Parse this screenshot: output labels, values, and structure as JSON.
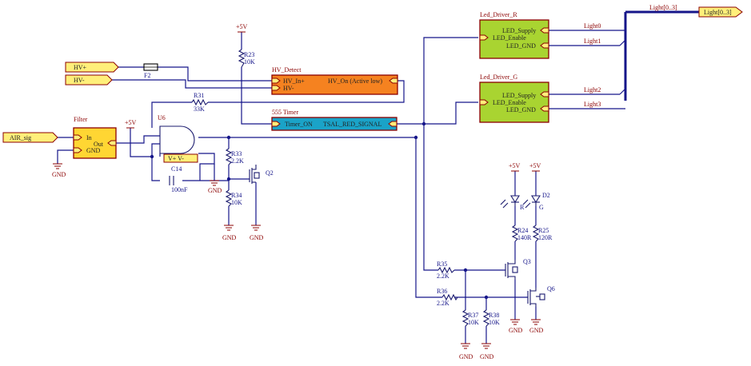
{
  "ports": {
    "air": "AIR_sig",
    "hv_plus": "HV+",
    "hv_minus": "HV-",
    "light_bus": "Light[0..3]"
  },
  "blocks": {
    "filter": {
      "title": "Filter",
      "in": "In",
      "out": "Out",
      "gnd": "GND"
    },
    "hv_detect": {
      "title": "HV_Detect",
      "hv_in_plus": "HV_In+",
      "hv_minus": "HV-",
      "hv_on": "HV_On (Active low)"
    },
    "timer": {
      "title": "555 Timer",
      "timer_on": "Timer_ON",
      "tsal": "TSAL_RED_SIGNAL"
    },
    "led_r": {
      "title": "Led_Driver_R",
      "supply": "LED_Supply",
      "enable": "LED_Enable",
      "gnd": "LED_GND"
    },
    "led_g": {
      "title": "Led_Driver_G",
      "supply": "LED_Supply",
      "enable": "LED_Enable",
      "gnd": "LED_GND"
    }
  },
  "nets": {
    "light0": "Light0",
    "light1": "Light1",
    "light2": "Light2",
    "light3": "Light3",
    "bus_label": "Light[0..3]"
  },
  "components": {
    "f2": "F2",
    "u6": "U6",
    "vpm": "V+ V-",
    "r23": {
      "ref": "R23",
      "val": "10K"
    },
    "r31": {
      "ref": "R31",
      "val": "33K"
    },
    "r33": {
      "ref": "R33",
      "val": "2.2K"
    },
    "r34": {
      "ref": "R34",
      "val": "10K"
    },
    "c14": {
      "ref": "C14",
      "val": "100nF"
    },
    "q2": "Q2",
    "q3": "Q3",
    "q6": "Q6",
    "r35": {
      "ref": "R35",
      "val": "2.2K"
    },
    "r36": {
      "ref": "R36",
      "val": "2.2K"
    },
    "r37": {
      "ref": "R37",
      "val": "10K"
    },
    "r38": {
      "ref": "R38",
      "val": "10K"
    },
    "r24": {
      "ref": "R24",
      "val": "140R"
    },
    "r25": {
      "ref": "R25",
      "val": "120R"
    },
    "d1_mark": "R",
    "d2_ref": "D2",
    "d2_mark": "G"
  },
  "power": {
    "vcc": "+5V",
    "gnd": "GND"
  },
  "colors": {
    "wire": "#16168a",
    "block_green": "#a9d431",
    "block_orange": "#f58220",
    "block_blue": "#1aa3c8",
    "block_yellow": "#ffd633",
    "port_yellow": "#ffef7a",
    "label_red": "#8b0000"
  }
}
